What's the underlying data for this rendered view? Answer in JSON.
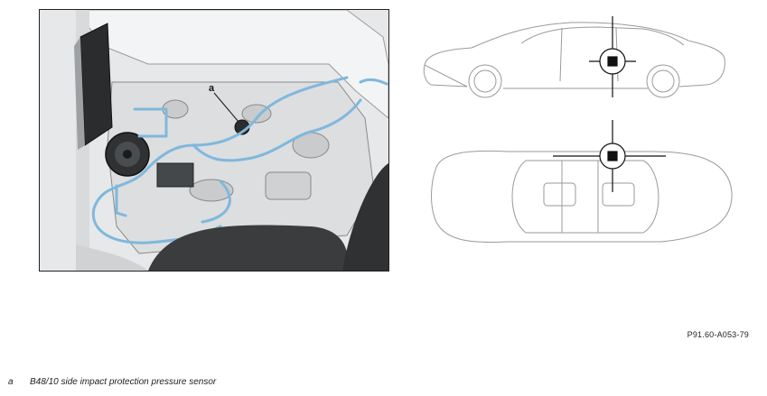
{
  "figure": {
    "callout_letter": "a",
    "figure_code": "P91.60-A053-79"
  },
  "legend": [
    {
      "key": "a",
      "text": "B48/10 side impact protection pressure sensor"
    }
  ],
  "colors": {
    "wiring_harness": "#7fb8dc",
    "frame_border": "#222222",
    "line_art": "#9a9a9a",
    "marker": "#111111"
  }
}
